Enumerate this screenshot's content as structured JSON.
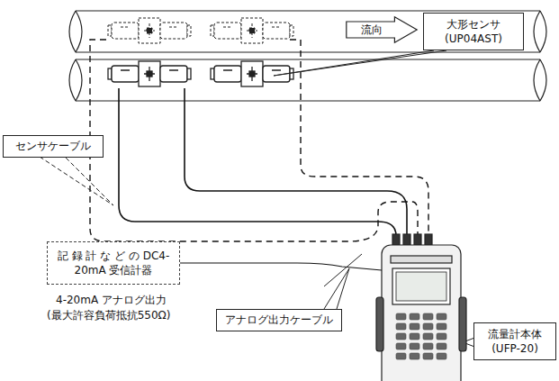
{
  "diagram": {
    "nodes": [
      {
        "text": [
          "流向"
        ]
      },
      {
        "text": [
          "大形センサ (UP04AST)"
        ]
      },
      {
        "text": [
          "センサケーブル"
        ]
      },
      {
        "text": [
          "記 録 計 な ど の DC4-20mA 受信計器"
        ]
      },
      {
        "text": [
          "アナログ出力ケーブル"
        ]
      },
      {
        "text": [
          "流量計本体 (UFP-20)"
        ]
      }
    ],
    "labels": [
      "4-20mA アナログ出力",
      "(最大許容負荷抵抗550Ω)"
    ]
  }
}
